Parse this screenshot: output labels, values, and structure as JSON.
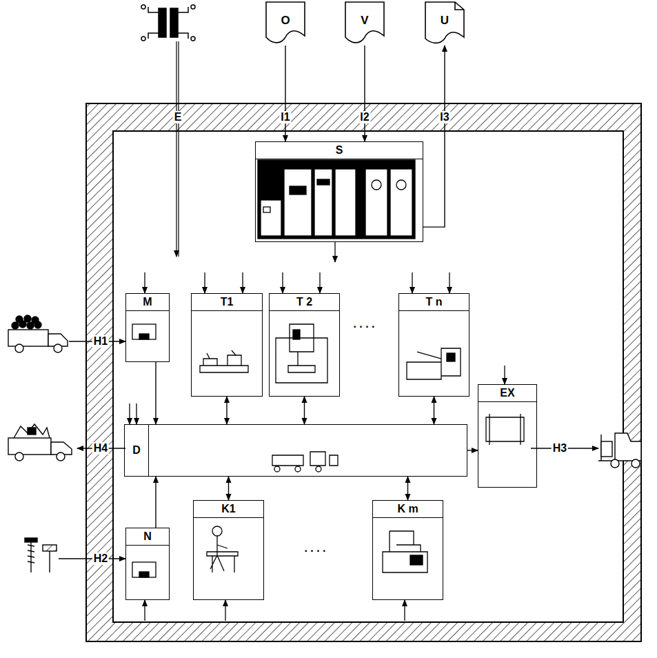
{
  "diagram": {
    "nodes": [
      {
        "text": [
          "O"
        ]
      },
      {
        "text": [
          "V"
        ]
      },
      {
        "text": [
          "U"
        ]
      },
      {
        "text": [
          "S"
        ]
      },
      {
        "text": [
          "M"
        ]
      },
      {
        "text": [
          "T1"
        ]
      },
      {
        "text": [
          "T 2"
        ]
      },
      {
        "text": [
          "T n"
        ]
      },
      {
        "text": [
          "EX"
        ]
      },
      {
        "text": [
          "D"
        ]
      },
      {
        "text": [
          "N"
        ]
      },
      {
        "text": [
          "K1"
        ]
      },
      {
        "text": [
          "K m"
        ]
      }
    ],
    "edges": [
      {
        "from": 0,
        "to": 3,
        "arrow": "to",
        "label": "I1"
      },
      {
        "from": 1,
        "to": 3,
        "arrow": "to",
        "label": "I2"
      },
      {
        "from": 3,
        "to": 2,
        "arrow": "to",
        "label": "I3"
      },
      {
        "from": 4,
        "to": 9,
        "arrow": "to"
      },
      {
        "from": 5,
        "to": 9,
        "arrow": "both"
      },
      {
        "from": 6,
        "to": 9,
        "arrow": "both"
      },
      {
        "from": 7,
        "to": 9,
        "arrow": "both"
      },
      {
        "from": 9,
        "to": 8,
        "arrow": "to"
      },
      {
        "from": 10,
        "to": 9,
        "arrow": "to"
      },
      {
        "from": 11,
        "to": 9,
        "arrow": "both"
      },
      {
        "from": 12,
        "to": 9,
        "arrow": "both"
      }
    ],
    "labels": [
      "E",
      ". . . .",
      "H1",
      "H4",
      "H3",
      ". . . .",
      "H2"
    ]
  }
}
